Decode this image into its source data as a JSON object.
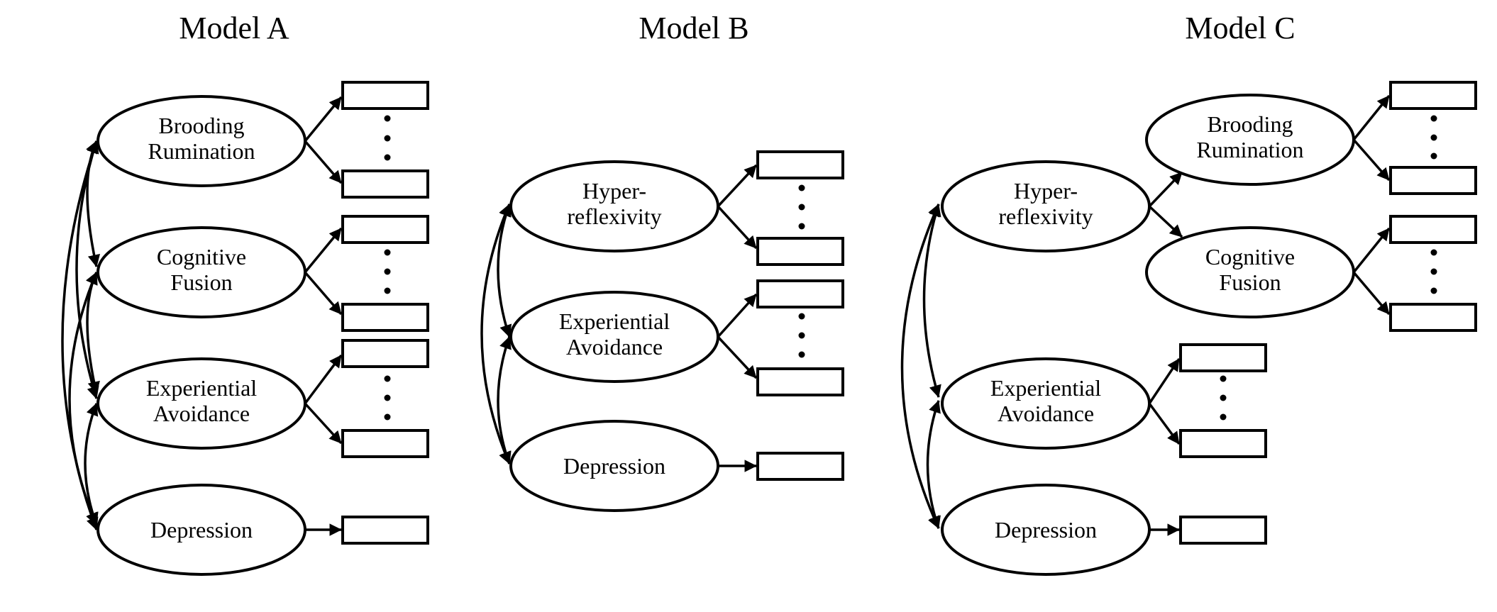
{
  "models": [
    {
      "title": "Model A",
      "factors": [
        {
          "lines": [
            "Brooding",
            "Rumination"
          ]
        },
        {
          "lines": [
            "Cognitive",
            "Fusion"
          ]
        },
        {
          "lines": [
            "Experiential",
            "Avoidance"
          ]
        },
        {
          "lines": [
            "Depression"
          ]
        }
      ]
    },
    {
      "title": "Model B",
      "factors": [
        {
          "lines": [
            "Hyper-",
            "reflexivity"
          ]
        },
        {
          "lines": [
            "Experiential",
            "Avoidance"
          ]
        },
        {
          "lines": [
            "Depression"
          ]
        }
      ]
    },
    {
      "title": "Model C",
      "factors": [
        {
          "lines": [
            "Hyper-",
            "reflexivity"
          ]
        },
        {
          "lines": [
            "Brooding",
            "Rumination"
          ]
        },
        {
          "lines": [
            "Cognitive",
            "Fusion"
          ]
        },
        {
          "lines": [
            "Experiential",
            "Avoidance"
          ]
        },
        {
          "lines": [
            "Depression"
          ]
        }
      ]
    }
  ]
}
